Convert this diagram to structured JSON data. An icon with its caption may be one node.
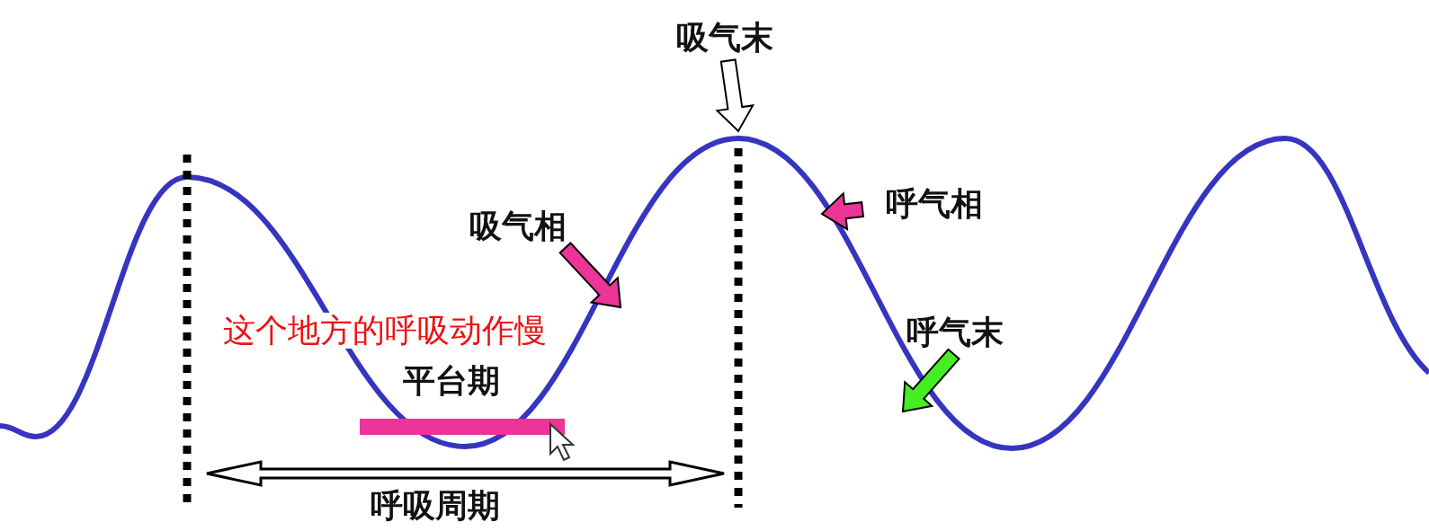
{
  "diagram": {
    "nodes": [
      {
        "text": [
          "吸气末"
        ]
      },
      {
        "text": [
          "吸气相"
        ]
      },
      {
        "text": [
          "呼气相"
        ]
      },
      {
        "text": [
          "呼气末"
        ]
      }
    ],
    "edges": [
      {
        "from": 0,
        "to": null,
        "arrow": "to",
        "color": "#ffffff"
      },
      {
        "from": 1,
        "to": null,
        "arrow": "to"
      },
      {
        "from": 2,
        "to": null,
        "arrow": "to"
      },
      {
        "from": 3,
        "to": null,
        "arrow": "to",
        "color": "#44ee22"
      }
    ],
    "labels": [
      "这个地方的呼吸动作慢",
      "平台期",
      "呼吸周期"
    ]
  }
}
